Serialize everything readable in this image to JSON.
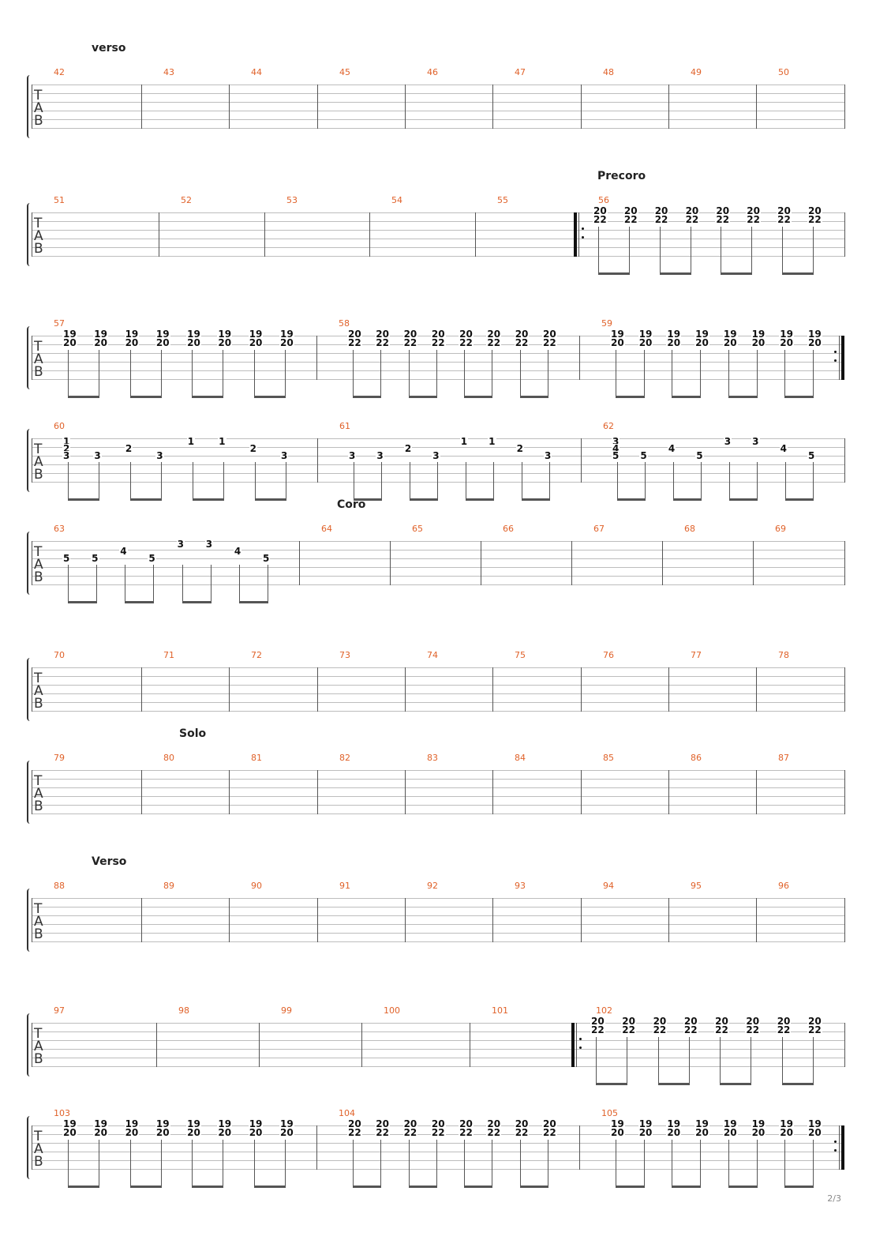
{
  "page_number": "2/3",
  "tab_letters": [
    "T",
    "A",
    "B"
  ],
  "systems": [
    {
      "section": "verso",
      "measures": [
        "42",
        "43",
        "44",
        "45",
        "46",
        "47",
        "48",
        "49",
        "50"
      ],
      "repeat_start": null,
      "repeat_end": false,
      "notes": []
    },
    {
      "section": "Precoro",
      "measures": [
        "51",
        "52",
        "53",
        "54",
        "55",
        "56"
      ],
      "repeat_start": "56",
      "repeat_end": false,
      "notes": [
        {
          "m": "56",
          "pattern": "b20-22x8"
        }
      ]
    },
    {
      "section": "",
      "measures": [
        "57",
        "58",
        "59"
      ],
      "repeat_start": null,
      "repeat_end": true,
      "notes": [
        {
          "m": "57",
          "pattern": "a19-20x8"
        },
        {
          "m": "58",
          "pattern": "b20-22x8"
        },
        {
          "m": "59",
          "pattern": "a19-20x8"
        }
      ]
    },
    {
      "section": "",
      "measures": [
        "60",
        "61",
        "62"
      ],
      "repeat_start": null,
      "repeat_end": false,
      "notes": [
        {
          "m": "60",
          "pattern": "riffA"
        },
        {
          "m": "61",
          "pattern": "riffB"
        },
        {
          "m": "62",
          "pattern": "riffC"
        }
      ]
    },
    {
      "section": "Coro",
      "measures": [
        "63",
        "64",
        "65",
        "66",
        "67",
        "68",
        "69"
      ],
      "repeat_start": null,
      "repeat_end": false,
      "notes": [
        {
          "m": "63",
          "pattern": "riffD"
        }
      ]
    },
    {
      "section": "",
      "measures": [
        "70",
        "71",
        "72",
        "73",
        "74",
        "75",
        "76",
        "77",
        "78"
      ],
      "repeat_start": null,
      "repeat_end": false,
      "notes": []
    },
    {
      "section": "Solo",
      "measures": [
        "79",
        "80",
        "81",
        "82",
        "83",
        "84",
        "85",
        "86",
        "87"
      ],
      "repeat_start": null,
      "repeat_end": false,
      "notes": []
    },
    {
      "section": "Verso",
      "measures": [
        "88",
        "89",
        "90",
        "91",
        "92",
        "93",
        "94",
        "95",
        "96"
      ],
      "repeat_start": null,
      "repeat_end": false,
      "notes": []
    },
    {
      "section": "",
      "measures": [
        "97",
        "98",
        "99",
        "100",
        "101",
        "102"
      ],
      "repeat_start": "102",
      "repeat_end": false,
      "notes": [
        {
          "m": "102",
          "pattern": "b20-22x8"
        }
      ]
    },
    {
      "section": "",
      "measures": [
        "103",
        "104",
        "105"
      ],
      "repeat_start": null,
      "repeat_end": true,
      "notes": [
        {
          "m": "103",
          "pattern": "a19-20x8"
        },
        {
          "m": "104",
          "pattern": "b20-22x8"
        },
        {
          "m": "105",
          "pattern": "a19-20x8"
        }
      ]
    }
  ],
  "patterns": {
    "a19-20x8": [
      [
        "19",
        "20"
      ],
      [
        "19",
        "20"
      ],
      [
        "19",
        "20"
      ],
      [
        "19",
        "20"
      ],
      [
        "19",
        "20"
      ],
      [
        "19",
        "20"
      ],
      [
        "19",
        "20"
      ],
      [
        "19",
        "20"
      ]
    ],
    "b20-22x8": [
      [
        "20",
        "22"
      ],
      [
        "20",
        "22"
      ],
      [
        "20",
        "22"
      ],
      [
        "20",
        "22"
      ],
      [
        "20",
        "22"
      ],
      [
        "20",
        "22"
      ],
      [
        "20",
        "22"
      ],
      [
        "20",
        "22"
      ]
    ],
    "riffA": [
      [
        "1",
        "2",
        "3"
      ],
      [
        "3"
      ],
      [
        "2"
      ],
      [
        "3"
      ],
      [
        "1"
      ],
      [
        "1"
      ],
      [
        "2"
      ],
      [
        "3"
      ]
    ],
    "riffB": [
      [
        "3"
      ],
      [
        "3"
      ],
      [
        "2"
      ],
      [
        "3"
      ],
      [
        "1"
      ],
      [
        "1"
      ],
      [
        "2"
      ],
      [
        "3"
      ]
    ],
    "riffC": [
      [
        "3",
        "4",
        "5"
      ],
      [
        "5"
      ],
      [
        "4"
      ],
      [
        "5"
      ],
      [
        "3"
      ],
      [
        "3"
      ],
      [
        "4"
      ],
      [
        "5"
      ]
    ],
    "riffD": [
      [
        "5"
      ],
      [
        "5"
      ],
      [
        "4"
      ],
      [
        "5"
      ],
      [
        "3"
      ],
      [
        "3"
      ],
      [
        "4"
      ],
      [
        "5"
      ]
    ]
  }
}
